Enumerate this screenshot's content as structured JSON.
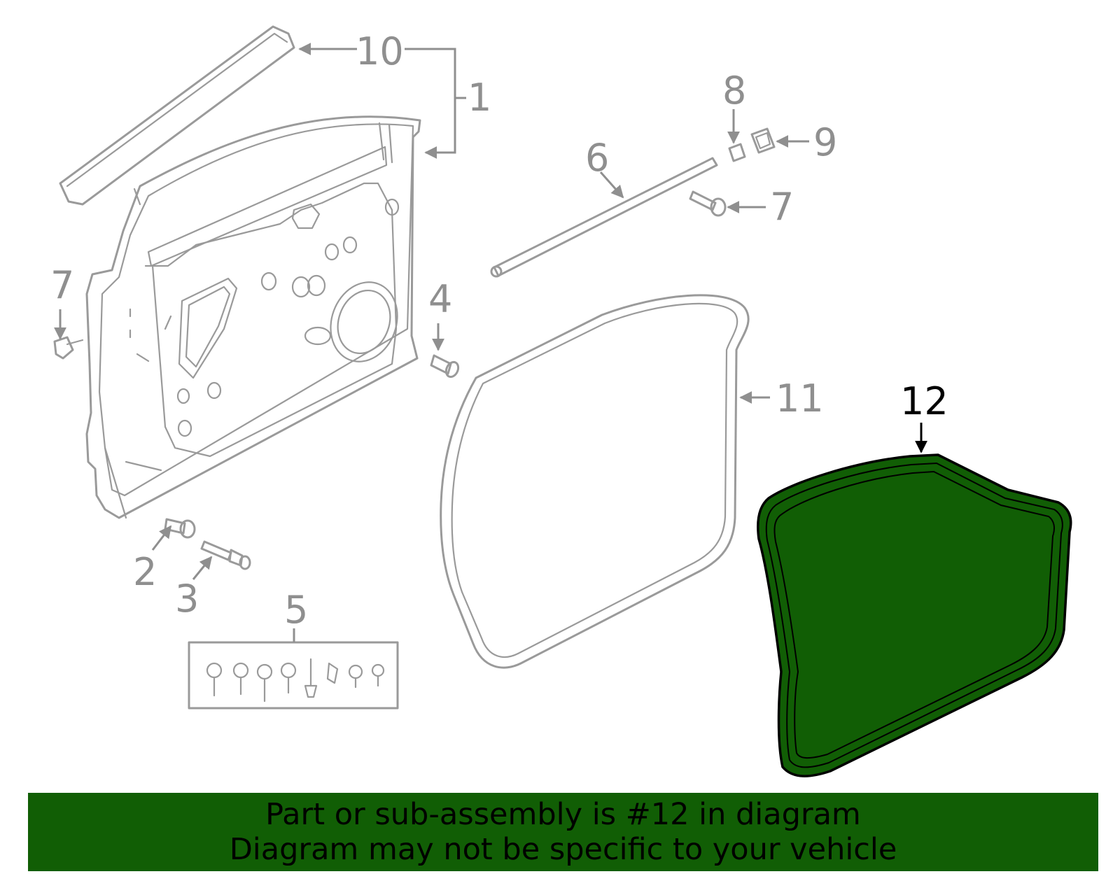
{
  "colors": {
    "highlight": "#115e05",
    "banner": "#115e05",
    "line_gray": "#9a9a9a",
    "label_gray": "#8f8f8f"
  },
  "callouts": {
    "c1": "1",
    "c2": "2",
    "c3": "3",
    "c4": "4",
    "c5": "5",
    "c6": "6",
    "c7_left": "7",
    "c7_right": "7",
    "c8": "8",
    "c9": "9",
    "c10": "10",
    "c11": "11",
    "c12": "12"
  },
  "banner": {
    "line1": "Part or sub-assembly is #12 in diagram",
    "line2": "Diagram may not be specific to your vehicle"
  }
}
